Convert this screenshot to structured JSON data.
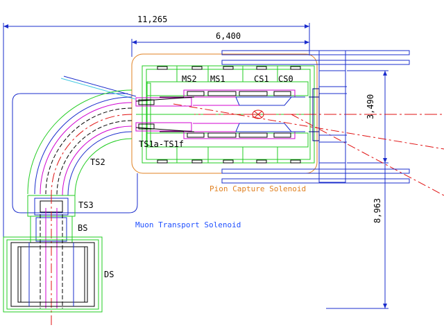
{
  "colors": {
    "green": "#22cc22",
    "blue": "#1a2ccc",
    "navy": "#000080",
    "magenta": "#d000d0",
    "red": "#e01010",
    "orange": "#e08020",
    "cyan": "#40c8e0",
    "black": "#000000",
    "bright_blue": "#2050ff"
  },
  "dimensions": {
    "overall_width": "11,265",
    "capture_width": "6,400",
    "bore_height": "3,490",
    "overall_height": "8,963"
  },
  "labels": {
    "ms2": "MS2",
    "ms1": "MS1",
    "cs1": "CS1",
    "cs0": "CS0",
    "ts1": "TS1a-TS1f",
    "ts2": "TS2",
    "ts3": "TS3",
    "bs": "BS",
    "ds": "DS"
  },
  "captions": {
    "pion_capture": "Pion Capture Solenoid",
    "muon_transport": "Muon Transport Solenoid"
  }
}
